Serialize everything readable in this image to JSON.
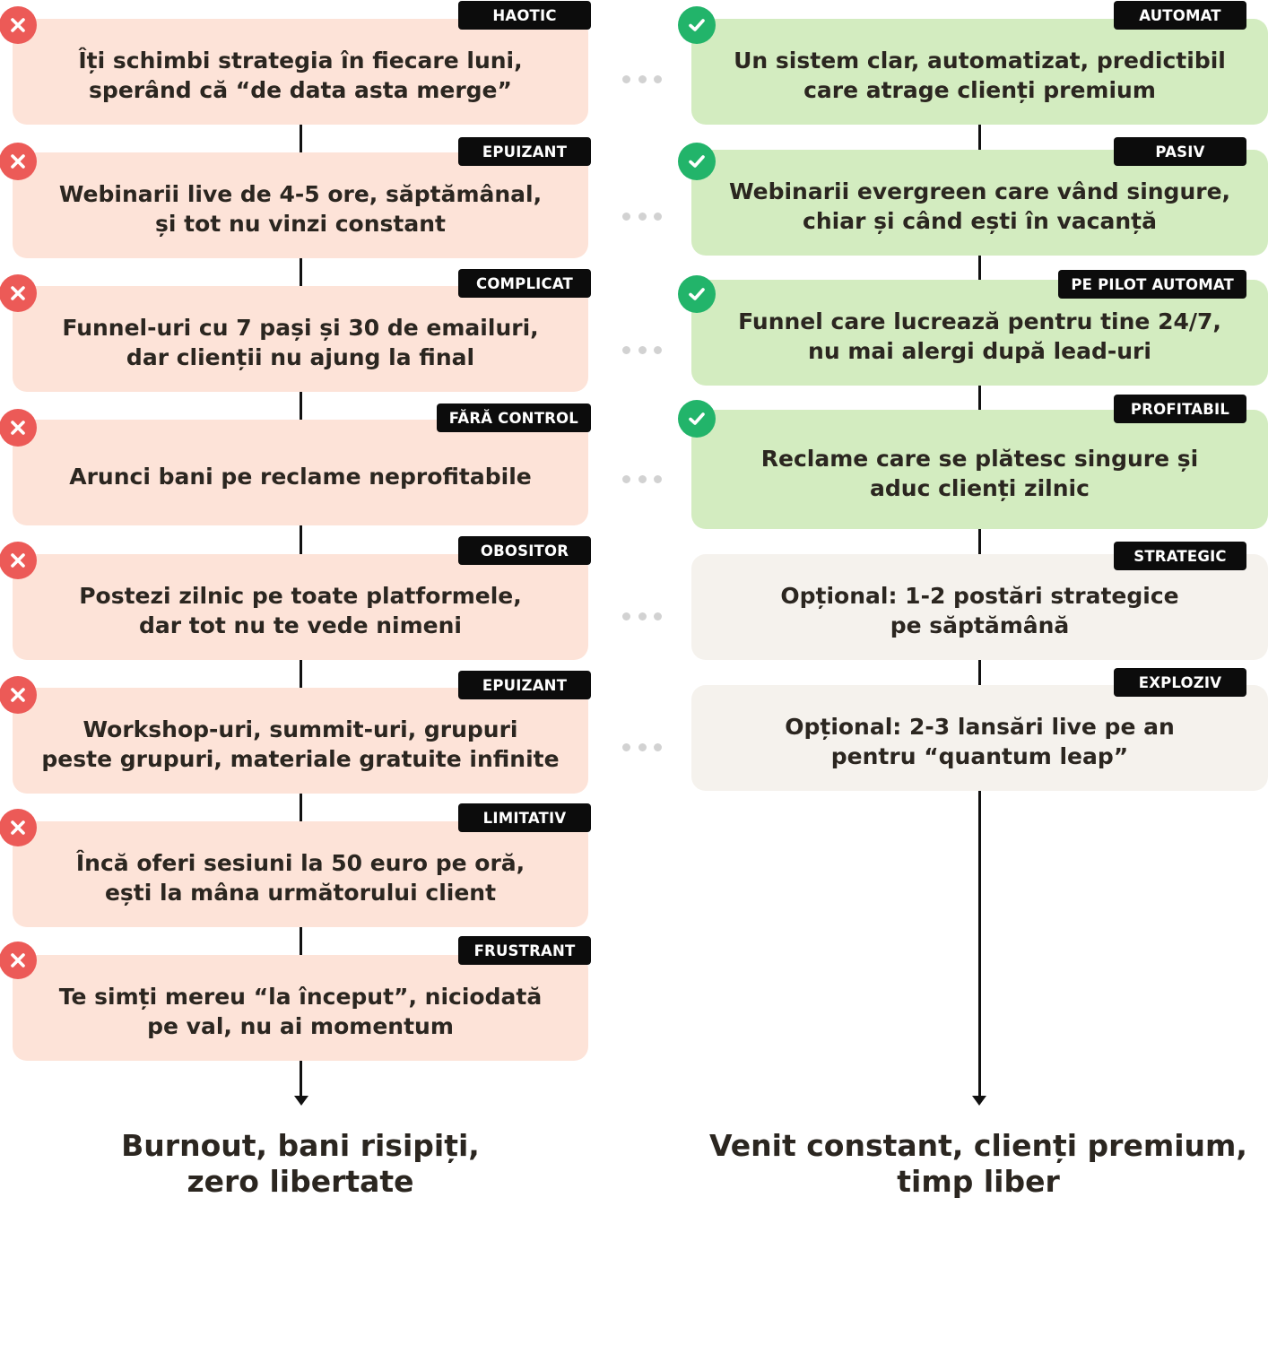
{
  "left": {
    "items": [
      {
        "tag": "HAOTIC",
        "text": "Îți schimbi strategia în fiecare luni,\nsperând că “de data asta merge”",
        "icon": "x-icon"
      },
      {
        "tag": "EPUIZANT",
        "text": "Webinarii live de 4-5 ore, săptămânal,\nși tot nu vinzi constant",
        "icon": "x-icon"
      },
      {
        "tag": "COMPLICAT",
        "text": "Funnel-uri cu 7 pași și 30 de emailuri,\ndar clienții nu ajung la final",
        "icon": "x-icon"
      },
      {
        "tag": "FĂRĂ CONTROL",
        "text": "Arunci bani pe reclame neprofitabile",
        "icon": "x-icon"
      },
      {
        "tag": "OBOSITOR",
        "text": "Postezi zilnic pe toate platformele,\ndar tot nu te vede nimeni",
        "icon": "x-icon"
      },
      {
        "tag": "EPUIZANT",
        "text": "Workshop-uri, summit-uri, grupuri\npeste grupuri, materiale gratuite infinite",
        "icon": "x-icon"
      },
      {
        "tag": "LIMITATIV",
        "text": "Încă oferi sesiuni la 50 euro pe oră,\nești la mâna următorului client",
        "icon": "x-icon"
      },
      {
        "tag": "FRUSTRANT",
        "text": "Te simți mereu “la început”, niciodată\npe val, nu ai momentum",
        "icon": "x-icon"
      }
    ],
    "outcome": "Burnout, bani risipiți,\nzero libertate"
  },
  "right": {
    "items": [
      {
        "tag": "AUTOMAT",
        "text": "Un sistem clar, automatizat, predictibil\ncare atrage clienți premium",
        "icon": "check-icon",
        "kind": "good"
      },
      {
        "tag": "PASIV",
        "text": "Webinarii evergreen care vând singure,\nchiar și când ești în vacanță",
        "icon": "check-icon",
        "kind": "good"
      },
      {
        "tag": "PE PILOT AUTOMAT",
        "text": "Funnel care lucrează pentru tine 24/7,\nnu mai alergi după lead-uri",
        "icon": "check-icon",
        "kind": "good"
      },
      {
        "tag": "PROFITABIL",
        "text": "Reclame care se plătesc singure și\naduc clienți zilnic",
        "icon": "check-icon",
        "kind": "good"
      },
      {
        "tag": "STRATEGIC",
        "text": "Opțional: 1-2 postări strategice\npe săptămână",
        "icon": "",
        "kind": "opt"
      },
      {
        "tag": "EXPLOZIV",
        "text": "Opțional: 2-3 lansări live pe an\npentru “quantum leap”",
        "icon": "",
        "kind": "opt"
      }
    ],
    "outcome": "Venit constant, clienți premium,\ntimp liber"
  },
  "colors": {
    "bad_card": "#fde3d8",
    "good_card": "#d3ecc0",
    "optional_card": "#f5f2ed",
    "x_badge": "#ec5a57",
    "check_badge": "#22b46a",
    "tag_bg": "#0c0c0c",
    "connector_dots": "#d2d2d2"
  }
}
